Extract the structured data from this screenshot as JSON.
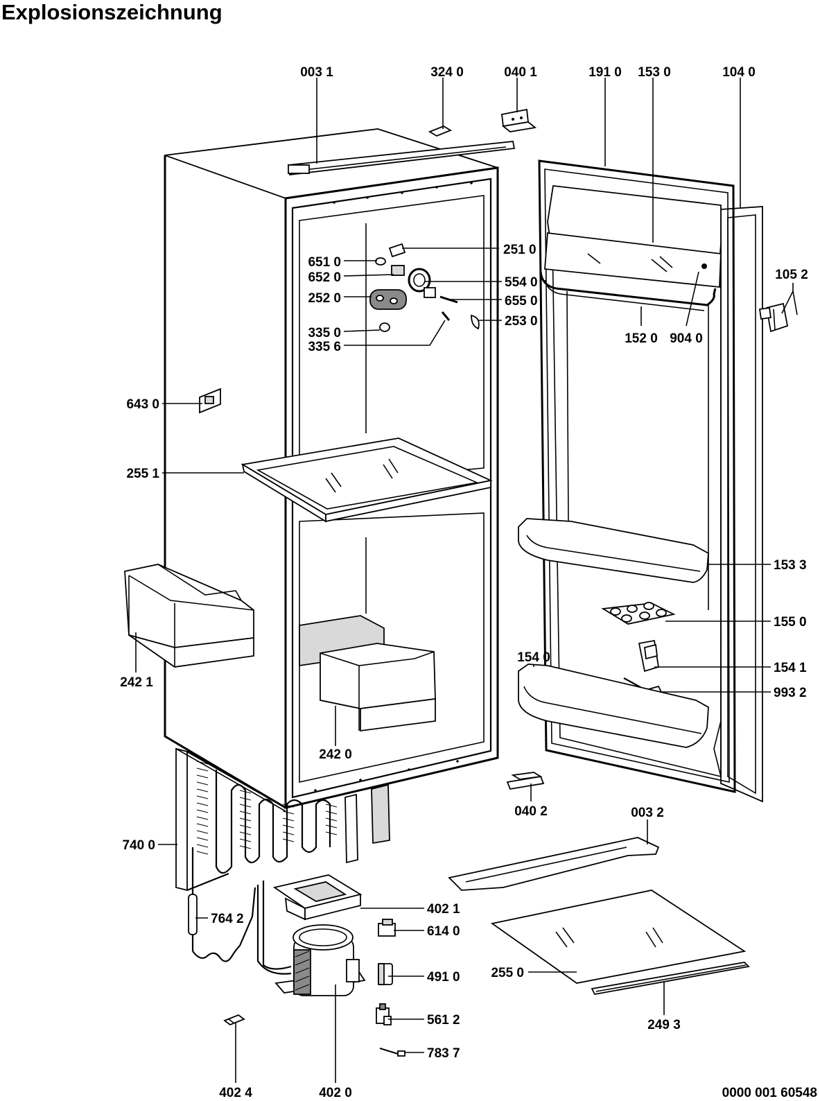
{
  "title": "Explosionszeichnung",
  "document_number": "0000 001 60548",
  "parts": [
    {
      "id": "p0031",
      "label": "003 1"
    },
    {
      "id": "p3240",
      "label": "324 0"
    },
    {
      "id": "p0401",
      "label": "040 1"
    },
    {
      "id": "p1910",
      "label": "191 0"
    },
    {
      "id": "p1530",
      "label": "153 0"
    },
    {
      "id": "p1040",
      "label": "104 0"
    },
    {
      "id": "p1052",
      "label": "105 2"
    },
    {
      "id": "p2510",
      "label": "251 0"
    },
    {
      "id": "p6510",
      "label": "651 0"
    },
    {
      "id": "p6520",
      "label": "652 0"
    },
    {
      "id": "p5540",
      "label": "554 0"
    },
    {
      "id": "p2520",
      "label": "252 0"
    },
    {
      "id": "p6550",
      "label": "655 0"
    },
    {
      "id": "p2530",
      "label": "253 0"
    },
    {
      "id": "p3350",
      "label": "335 0"
    },
    {
      "id": "p3356",
      "label": "335 6"
    },
    {
      "id": "p1520",
      "label": "152 0"
    },
    {
      "id": "p9040",
      "label": "904 0"
    },
    {
      "id": "p6430",
      "label": "643 0"
    },
    {
      "id": "p2551",
      "label": "255 1"
    },
    {
      "id": "p1533",
      "label": "153 3"
    },
    {
      "id": "p1550",
      "label": "155 0"
    },
    {
      "id": "p1540",
      "label": "154 0"
    },
    {
      "id": "p1541",
      "label": "154 1"
    },
    {
      "id": "p9932",
      "label": "993 2"
    },
    {
      "id": "p2421",
      "label": "242 1"
    },
    {
      "id": "p2420",
      "label": "242 0"
    },
    {
      "id": "p0402",
      "label": "040 2"
    },
    {
      "id": "p0032",
      "label": "003 2"
    },
    {
      "id": "p7400",
      "label": "740 0"
    },
    {
      "id": "p4021",
      "label": "402 1"
    },
    {
      "id": "p7642",
      "label": "764 2"
    },
    {
      "id": "p6140",
      "label": "614 0"
    },
    {
      "id": "p4910",
      "label": "491 0"
    },
    {
      "id": "p2550",
      "label": "255 0"
    },
    {
      "id": "p5612",
      "label": "561 2"
    },
    {
      "id": "p2493",
      "label": "249 3"
    },
    {
      "id": "p7837",
      "label": "783 7"
    },
    {
      "id": "p4024",
      "label": "402 4"
    },
    {
      "id": "p4020",
      "label": "402 0"
    }
  ]
}
